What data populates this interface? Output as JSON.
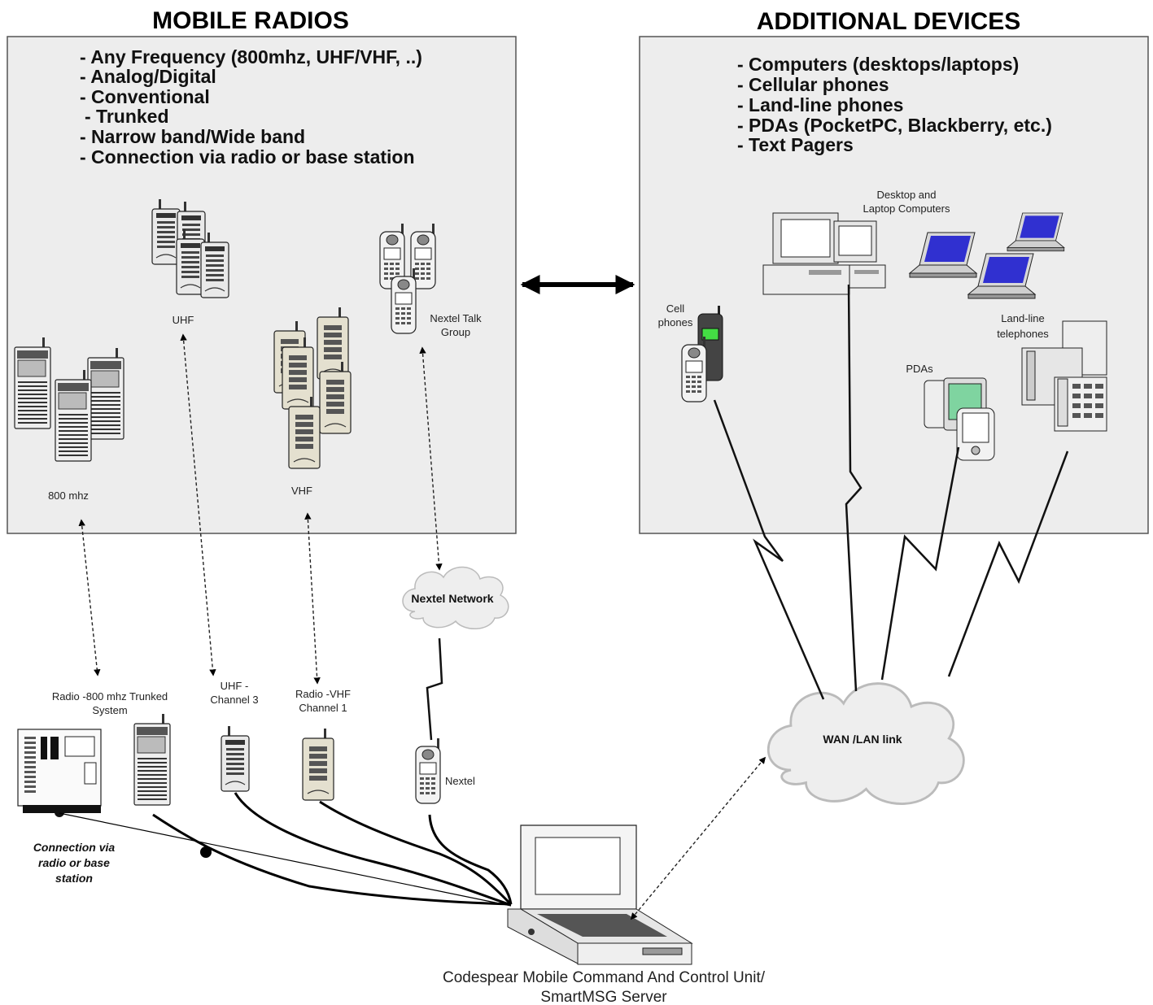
{
  "headings": {
    "left": "MOBILE RADIOS",
    "right": "ADDITIONAL DEVICES"
  },
  "left_bullets": [
    "- Any Frequency (800mhz, UHF/VHF, ..)",
    "- Analog/Digital",
    "- Conventional",
    "- Trunked",
    "- Narrow band/Wide band",
    "- Connection via radio or base station"
  ],
  "right_bullets": [
    "- Computers (desktops/laptops)",
    "- Cellular phones",
    "- Land-line phones",
    "- PDAs (PocketPC, Blackberry, etc.)",
    "- Text Pagers"
  ],
  "labels": {
    "uhf": "UHF",
    "vhf": "VHF",
    "mhz800": "800 mhz",
    "nextel_group": [
      "Nextel Talk",
      "Group"
    ],
    "desktop": [
      "Desktop and",
      "Laptop Computers"
    ],
    "cell": [
      "Cell",
      "phones"
    ],
    "landline": [
      "Land-line",
      "telephones"
    ],
    "pdas": "PDAs",
    "nextel_network": "Nextel Network",
    "wan": "WAN /LAN link",
    "radio800": [
      "Radio -800 mhz Trunked",
      "System"
    ],
    "uhf_ch": [
      "UHF -",
      "Channel 3"
    ],
    "vhf_ch": [
      "Radio -VHF",
      "Channel 1"
    ],
    "nextel": "Nextel",
    "connection": [
      "Connection via",
      "radio or base",
      "station"
    ],
    "server": [
      "Codespear Mobile Command And Control Unit/",
      "SmartMSG Server"
    ]
  }
}
